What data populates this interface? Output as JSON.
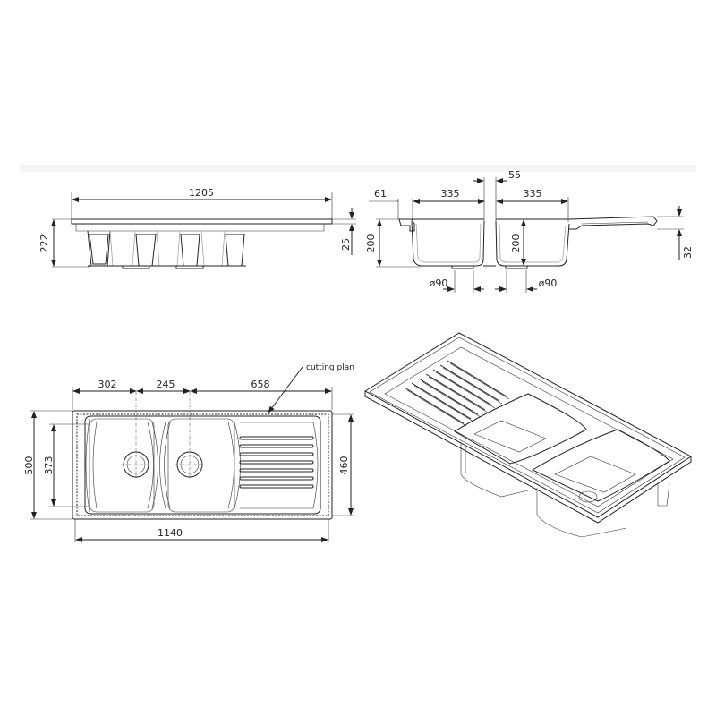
{
  "drawing": {
    "subject": "Double bowl kitchen sink with drainer",
    "accent_color": "#222222",
    "background_color": "#ffffff"
  },
  "front_view": {
    "width_label": "1205",
    "height_label": "222",
    "rim_label": "25"
  },
  "section_view": {
    "left_margin_label": "61",
    "left_bowl_label": "335",
    "divider_label": "55",
    "right_bowl_label": "335",
    "left_depth_label": "200",
    "right_depth_label": "200",
    "drainer_height_label": "32",
    "left_drain_label": "ø90",
    "right_drain_label": "ø90"
  },
  "plan_view": {
    "bowl1_offset_label": "302",
    "bowl_spacing_label": "245",
    "drainer_length_label": "658",
    "cutting_plan_label": "cutting plan",
    "overall_depth_label": "500",
    "bowl_depth_label": "373",
    "cutout_depth_label": "460",
    "cutout_width_label": "1140"
  },
  "isometric_view": {
    "description": "3D view of sink with 2 bowls and ribbed drainer"
  }
}
